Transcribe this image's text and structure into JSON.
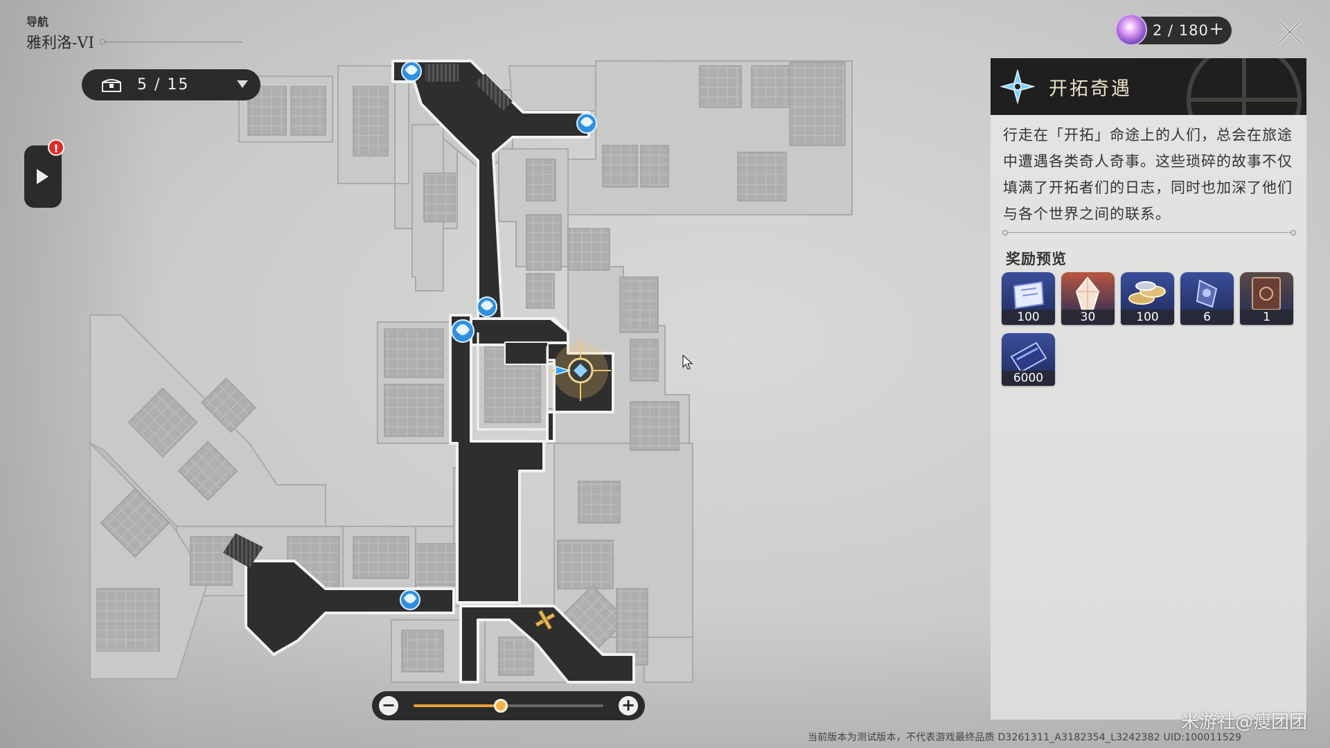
{
  "navigation": {
    "label": "导航",
    "region": "雅利洛-VI"
  },
  "chest_counter": {
    "text": "5 / 15"
  },
  "side_panel": {
    "alert": "!"
  },
  "resource": {
    "text": "2 / 180",
    "plus": "+"
  },
  "panel": {
    "title": "开拓奇遇",
    "description": "行走在「开拓」命途上的人们，总会在旅途中遭遇各类奇人奇事。这些琐碎的故事不仅填满了开拓者们的日志，同时也加深了他们与各个世界之间的联系。",
    "reward_title": "奖励预览",
    "rewards": [
      {
        "count": "100",
        "icon": "star-rail-pass-icon",
        "color": "#3a4e9a"
      },
      {
        "count": "30",
        "icon": "stellar-jade-icon",
        "color": "#b8573f"
      },
      {
        "count": "100",
        "icon": "credit-coins-icon",
        "color": "#3a4e9a"
      },
      {
        "count": "6",
        "icon": "exp-material-icon",
        "color": "#3a4e9a"
      },
      {
        "count": "1",
        "icon": "book-icon",
        "color": "#5a4a46"
      },
      {
        "count": "6000",
        "icon": "credit-card-icon",
        "color": "#3a4e9a"
      }
    ]
  },
  "zoom": {
    "minus": "−",
    "plus": "+",
    "level": 0.46
  },
  "watermark": "米游社@瘦团团",
  "footer": "当前版本为测试版本，不代表游戏最终品质 D3261311_A3182354_L3242382  UID:100011529"
}
